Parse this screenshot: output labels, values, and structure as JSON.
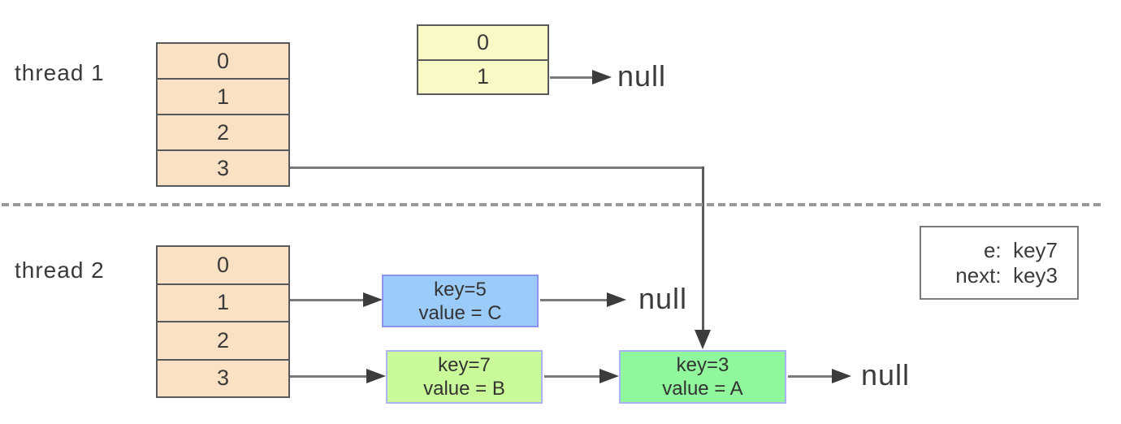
{
  "colors": {
    "peach-fill": "#fbe1c4",
    "yellow-fill": "#f9f9c6",
    "blue-fill": "#9bcbf8",
    "green-light-fill": "#c9f998",
    "green-fill": "#90f79c",
    "node-border-blue": "#8e93f2",
    "node-border-green": "#a9b3f6",
    "array-border": "#58595b",
    "line": "#7a7a7a",
    "line-dark": "#5c5c5c",
    "arrow": "#3c3c3c",
    "dash": "#999999",
    "note-border": "#7a7a7a",
    "text": "#3a3a3a"
  },
  "thread1": {
    "label": "thread 1",
    "buckets": [
      "0",
      "1",
      "2",
      "3"
    ],
    "node01": {
      "rows": [
        "0",
        "1"
      ]
    },
    "null_label": "null"
  },
  "thread2": {
    "label": "thread 2",
    "buckets": [
      "0",
      "1",
      "2",
      "3"
    ],
    "node_key5": {
      "line1": "key=5",
      "line2": "value = C"
    },
    "node_key7": {
      "line1": "key=7",
      "line2": "value = B"
    },
    "node_key3": {
      "line1": "key=3",
      "line2": "value = A"
    },
    "null_label_key5": "null",
    "null_label_key3": "null"
  },
  "note": {
    "line1": "e:  key7",
    "line2": "next:  key3"
  }
}
